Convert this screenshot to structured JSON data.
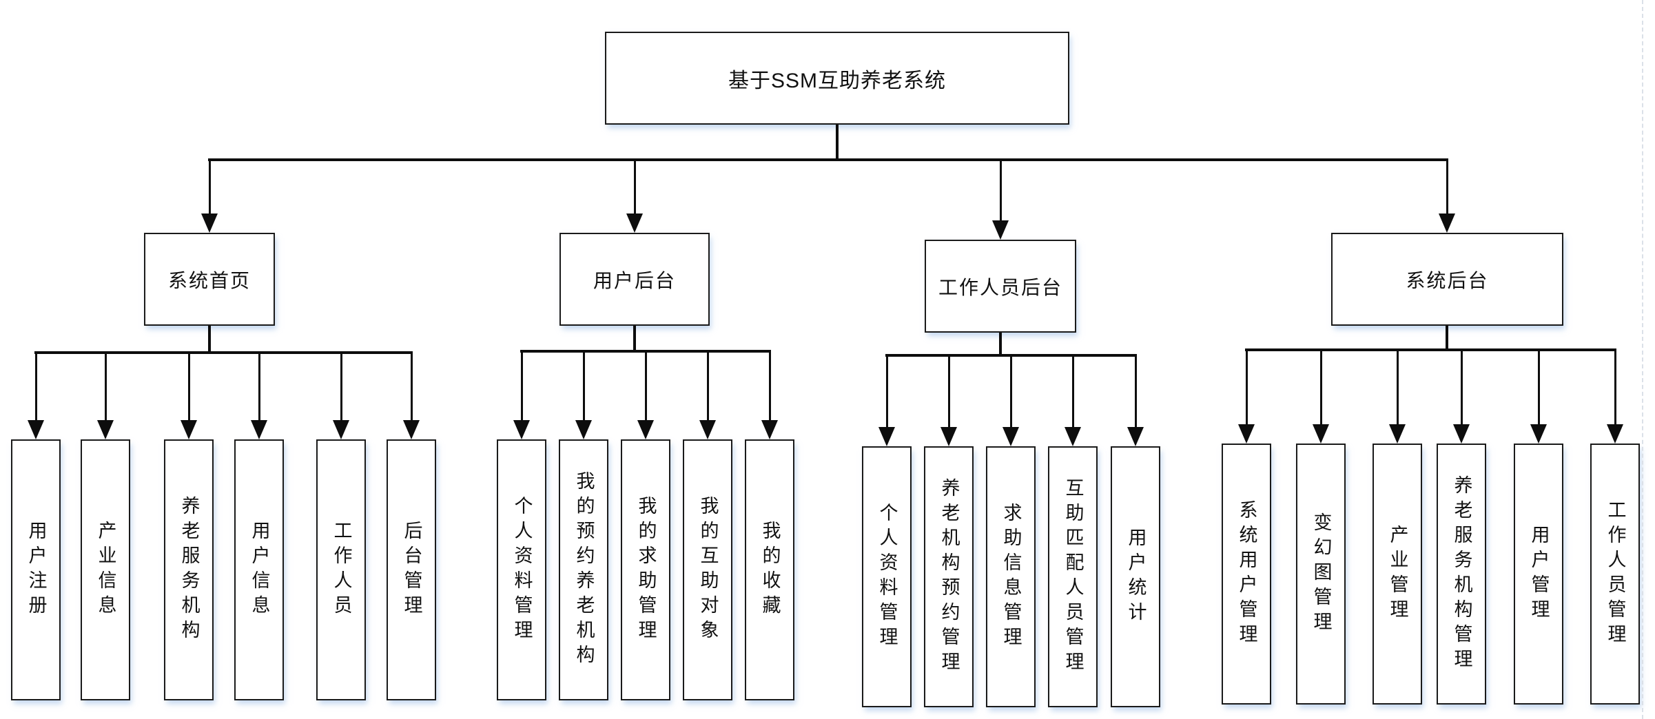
{
  "diagram": {
    "root": {
      "label": "基于SSM互助养老系统"
    },
    "branches": [
      {
        "label": "系统首页",
        "children": [
          "用户注册",
          "产业信息",
          "养老服务机构",
          "用户信息",
          "工作人员",
          "后台管理"
        ]
      },
      {
        "label": "用户后台",
        "children": [
          "个人资料管理",
          "我的预约养老机构",
          "我的求助管理",
          "我的互助对象",
          "我的收藏"
        ]
      },
      {
        "label": "工作人员后台",
        "children": [
          "个人资料管理",
          "养老机构预约管理",
          "求助信息管理",
          "互助匹配人员管理",
          "用户统计"
        ]
      },
      {
        "label": "系统后台",
        "children": [
          "系统用户管理",
          "变幻图管理",
          "产业管理",
          "养老服务机构管理",
          "用户管理",
          "工作人员管理"
        ]
      }
    ]
  },
  "colors": {
    "background": "#ffffff",
    "box_fill": "#ffffff",
    "box_border": "#1a1a1a",
    "line": "#0d0d0d",
    "text": "#111111",
    "shadow": "rgba(158,190,230,0.6)",
    "page_guide": "#dbe0e8"
  }
}
